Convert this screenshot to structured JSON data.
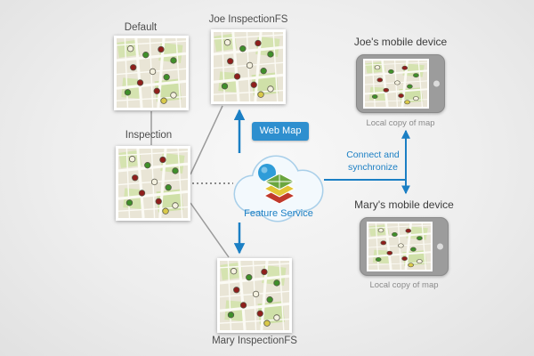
{
  "diagram": {
    "nodes": {
      "default": {
        "label": "Default"
      },
      "joe_fs": {
        "label": "Joe InspectionFS"
      },
      "inspection": {
        "label": "Inspection"
      },
      "mary_fs": {
        "label": "Mary InspectionFS"
      },
      "web_map": {
        "label": "Web Map"
      },
      "feature_service": {
        "label": "Feature Service"
      },
      "sync": {
        "label": "Connect and synchronize"
      },
      "joe_device": {
        "title": "Joe's mobile device",
        "caption": "Local copy of map"
      },
      "mary_device": {
        "title": "Mary's mobile device",
        "caption": "Local copy of map"
      }
    },
    "colors": {
      "accent_blue": "#1b7fc4",
      "button_blue": "#2e8fcf",
      "connector_gray": "#9b9b9b",
      "map_marker_green": "#3f8f2a",
      "map_marker_red": "#8f1f1c",
      "map_marker_cream": "#f4f1e0",
      "map_marker_yellow": "#d9c94a"
    }
  }
}
